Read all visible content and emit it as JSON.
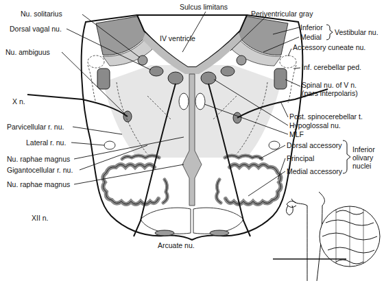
{
  "diagram": {
    "labels": [
      "Sulcus limitans",
      "Nu. solitarius",
      "Periventricular gray",
      "Dorsal vagal nu.",
      "IV ventricle",
      "Inferior",
      "Medial",
      "Vestibular nu.",
      "Nu. ambiguus",
      "Accessory cuneate nu.",
      "X n.",
      "Inf. cerebellar ped.",
      "Spinal nu. of V n. (pars interpolaris)",
      "Parvicellular r. nu.",
      "Post. spinocerebellar t.",
      "Lateral r. nu.",
      "Hypoglossal nu.",
      "MLF",
      "Nu. raphae magnus",
      "Gigantocellular r. nu.",
      "Dorsal accessory",
      "Principal",
      "Inferior olivary nuclei",
      "Medial accessory",
      "Nu. raphae magnus",
      "XII n.",
      "Arcuate nu."
    ]
  }
}
